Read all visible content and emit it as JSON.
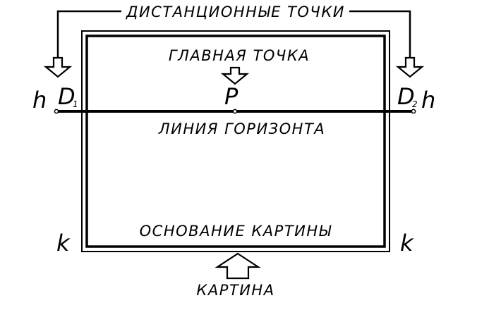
{
  "labels": {
    "distance_points": "ДИСТАНЦИОННЫЕ ТОЧКИ",
    "principal_point": "ГЛАВНАЯ ТОЧКА",
    "horizon_line": "ЛИНИЯ ГОРИЗОНТА",
    "picture_base": "ОСНОВАНИЕ КАРТИНЫ",
    "picture": "КАРТИНА"
  },
  "symbols": {
    "h_left": "h",
    "h_right": "h",
    "k_left": "k",
    "k_right": "k",
    "point_p": "P",
    "point_d1": "D",
    "point_d1_sub": "1",
    "point_d2": "D",
    "point_d2_sub": "2"
  },
  "colors": {
    "ink": "#000000",
    "background": "#ffffff"
  }
}
